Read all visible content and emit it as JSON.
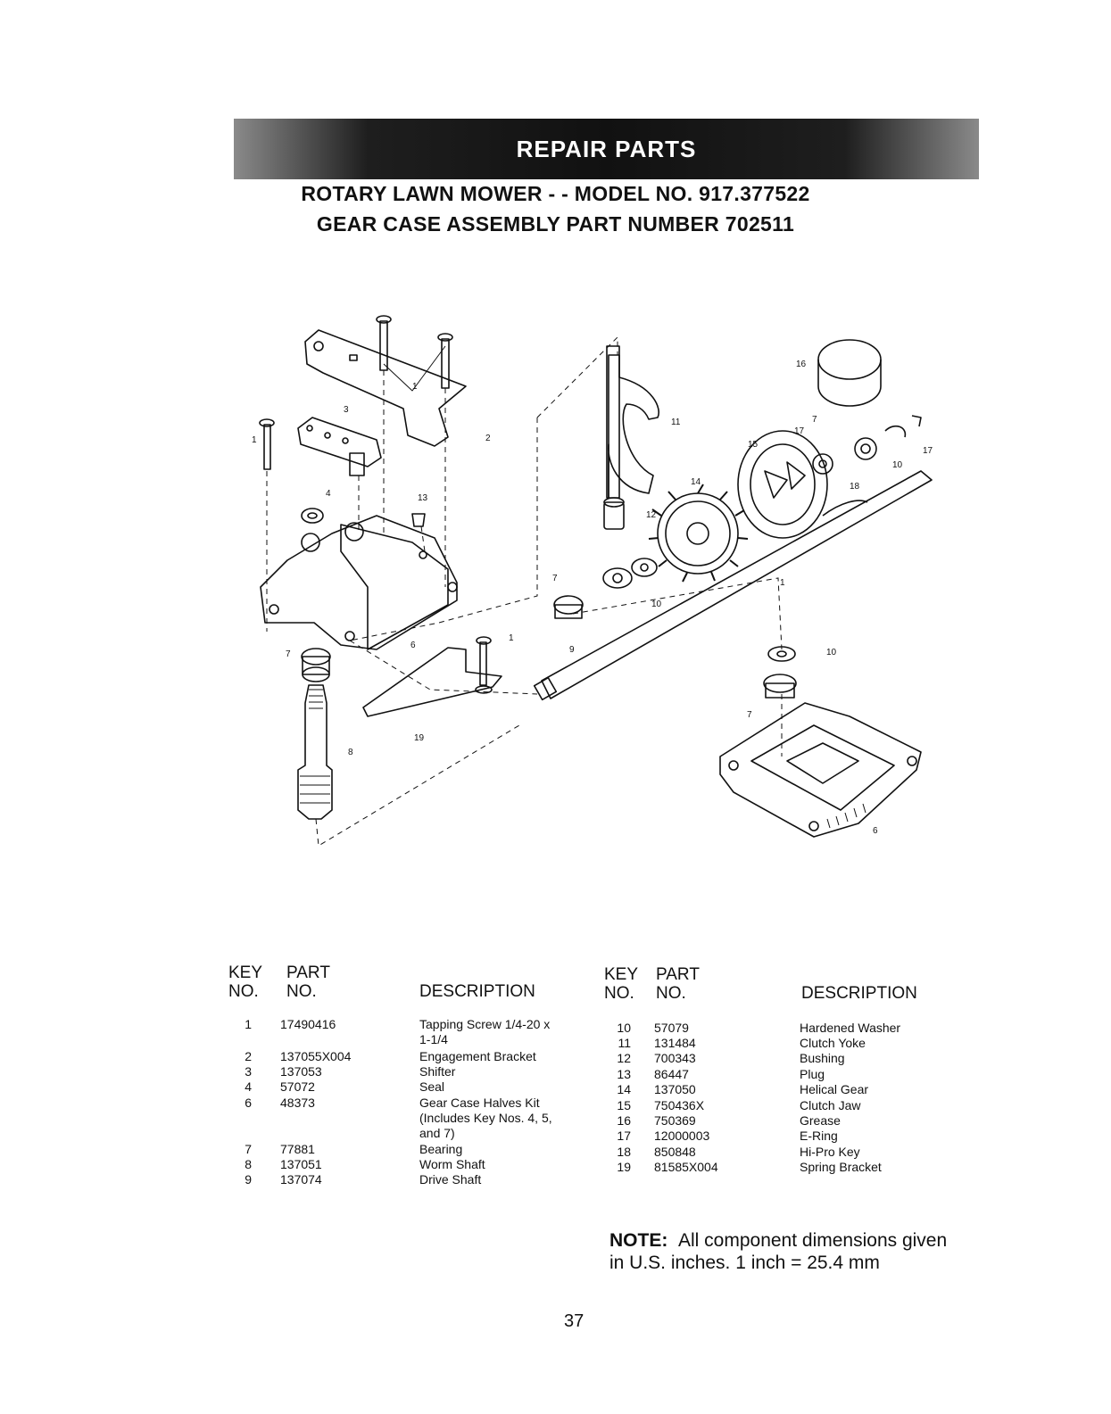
{
  "banner": "REPAIR PARTS",
  "subtitle1": "ROTARY LAWN MOWER - - MODEL NO. 917.377522",
  "subtitle2": "GEAR CASE ASSEMBLY PART NUMBER 702511",
  "table_headers": {
    "key": "KEY",
    "no": "NO.",
    "part": "PART",
    "description": "DESCRIPTION"
  },
  "parts_left": [
    {
      "key": "1",
      "part": "17490416",
      "description": "Tapping Screw 1/4-20 x",
      "description_cont": "1-1/4"
    },
    {
      "key": "2",
      "part": "137055X004",
      "description": "Engagement Bracket"
    },
    {
      "key": "3",
      "part": "137053",
      "description": "Shifter"
    },
    {
      "key": "4",
      "part": "57072",
      "description": "Seal"
    },
    {
      "key": "6",
      "part": "48373",
      "description": "Gear Case Halves Kit",
      "description_cont": "(Includes Key Nos. 4, 5,",
      "description_cont2": "and 7)"
    },
    {
      "key": "7",
      "part": "77881",
      "description": "Bearing"
    },
    {
      "key": "8",
      "part": "137051",
      "description": "Worm Shaft"
    },
    {
      "key": "9",
      "part": "137074",
      "description": "Drive Shaft"
    }
  ],
  "parts_right": [
    {
      "key": "10",
      "part": "57079",
      "description": "Hardened Washer"
    },
    {
      "key": "11",
      "part": "131484",
      "description": "Clutch Yoke"
    },
    {
      "key": "12",
      "part": "700343",
      "description": "Bushing"
    },
    {
      "key": "13",
      "part": "86447",
      "description": "Plug"
    },
    {
      "key": "14",
      "part": "137050",
      "description": "Helical Gear"
    },
    {
      "key": "15",
      "part": "750436X",
      "description": "Clutch Jaw"
    },
    {
      "key": "16",
      "part": "750369",
      "description": "Grease"
    },
    {
      "key": "17",
      "part": "12000003",
      "description": "E-Ring"
    },
    {
      "key": "18",
      "part": "850848",
      "description": "Hi-Pro Key"
    },
    {
      "key": "19",
      "part": "81585X004",
      "description": "Spring Bracket"
    }
  ],
  "note": {
    "label": "NOTE:",
    "text1": "All component dimensions given",
    "text2": "in U.S. inches. 1 inch = 25.4 mm"
  },
  "page_number": "37",
  "callouts": [
    "1",
    "1",
    "1",
    "1",
    "2",
    "3",
    "4",
    "6",
    "7",
    "7",
    "7",
    "7",
    "8",
    "9",
    "10",
    "10",
    "10",
    "11",
    "12",
    "13",
    "14",
    "15",
    "16",
    "17",
    "17",
    "18",
    "19"
  ]
}
